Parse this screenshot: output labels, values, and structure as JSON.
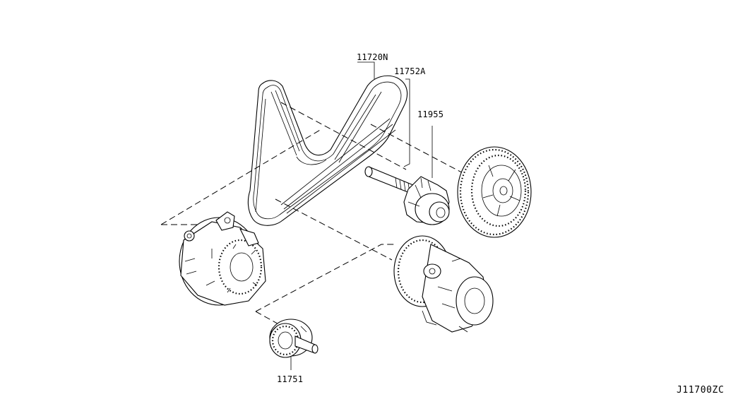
{
  "diagram_code": "J11700ZC",
  "parts": [
    {
      "id": "belt",
      "number": "11720N"
    },
    {
      "id": "bolt",
      "number": "11752A"
    },
    {
      "id": "tensioner",
      "number": "11955"
    },
    {
      "id": "idler-pulley",
      "number": "11751"
    }
  ]
}
